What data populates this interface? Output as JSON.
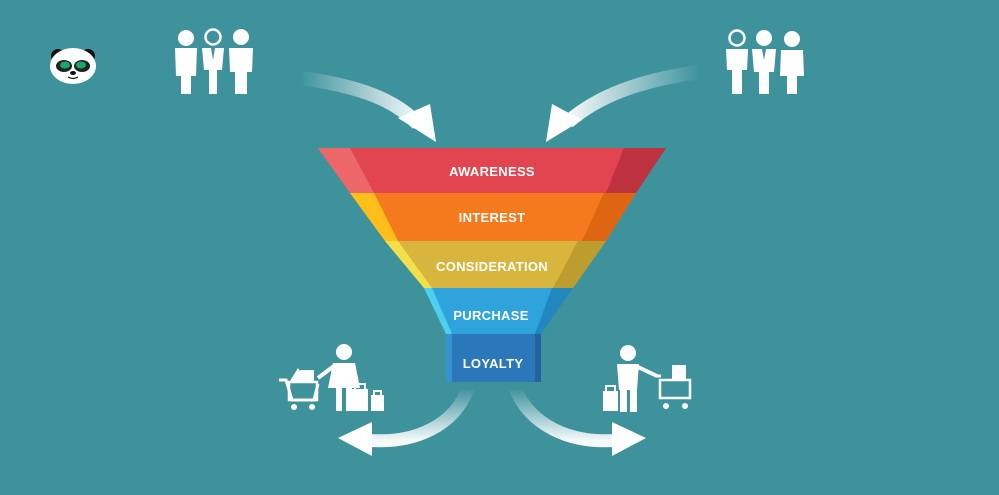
{
  "funnel": {
    "stages": [
      {
        "label": "AWARENESS",
        "color": "#e04550"
      },
      {
        "label": "INTEREST",
        "color": "#f57a1d"
      },
      {
        "label": "CONSIDERATION",
        "color": "#d8b53d"
      },
      {
        "label": "PURCHASE",
        "color": "#2fa3dc"
      },
      {
        "label": "LOYALTY",
        "color": "#2a78ba"
      }
    ]
  },
  "colors": {
    "background": "#3d929c",
    "figure": "#ffffff",
    "arrow": "#e6f3f4"
  },
  "icons": {
    "logo": "panda-icon",
    "top_left_group": "people-group-icon",
    "top_right_group": "people-group-icon",
    "bottom_left_shopper": "shopper-with-cart-icon",
    "bottom_right_shopper": "shopper-with-cart-icon"
  }
}
